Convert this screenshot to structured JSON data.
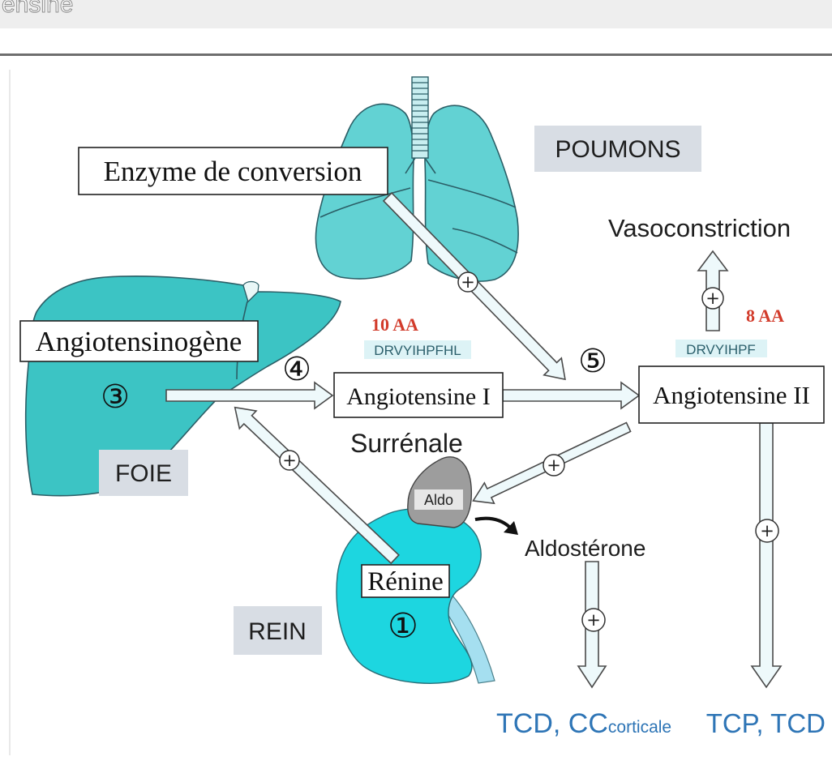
{
  "header": {
    "title": "ensine"
  },
  "organs": {
    "lungs_label": "POUMONS",
    "liver_label": "FOIE",
    "kidney_label": "REIN",
    "adrenal_label": "Surrénale",
    "adrenal_inner": "Aldo"
  },
  "molecules": {
    "enzyme": "Enzyme de conversion",
    "angiotensinogen": "Angiotensinogène",
    "angiotensin_1": "Angiotensine I",
    "angiotensin_2": "Angiotensine II",
    "renin": "Rénine",
    "aldosterone": "Aldostérone"
  },
  "peptides": {
    "ang1_length": "10 AA",
    "ang1_sequence": "DRVYIHPFHL",
    "ang2_length": "8 AA",
    "ang2_sequence": "DRVYIHPF"
  },
  "effects": {
    "vasoconstriction": "Vasoconstriction",
    "aldosterone_target": "TCD, CC",
    "aldosterone_target_sub": "corticale",
    "ang2_target": "TCP, TCD"
  },
  "steps": {
    "renin": "①",
    "liver": "③",
    "conversion_1": "④",
    "conversion_2": "⑤"
  },
  "symbols": {
    "plus": "+"
  },
  "colors": {
    "lung": "#62d2d3",
    "liver": "#3cc4c4",
    "kidney": "#1dd6e0",
    "adrenal": "#9d9d9d",
    "label_box": "#d8dde4",
    "sequence_bg": "#ddf3f6",
    "red": "#d23b2b",
    "blue": "#2e75b6",
    "arrow_fill": "#eef9fb"
  }
}
